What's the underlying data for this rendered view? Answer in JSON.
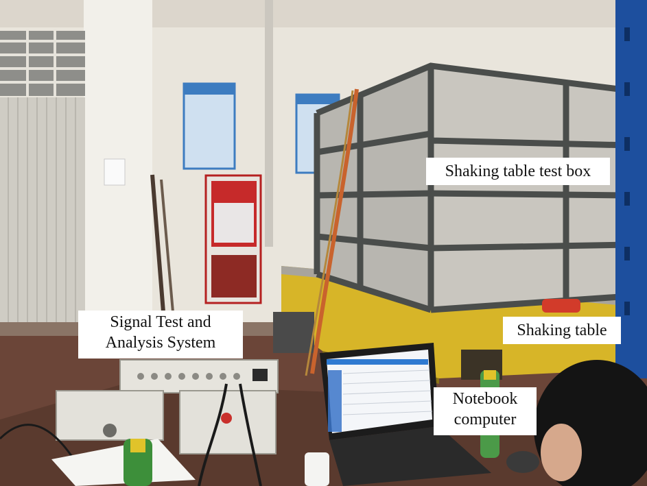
{
  "labels": {
    "test_box": "Shaking table test box",
    "shaking_table": "Shaking table",
    "signal_system": {
      "line1": "Signal Test and",
      "line2": "Analysis System"
    },
    "notebook": {
      "line1": "Notebook",
      "line2": "computer"
    }
  },
  "colors": {
    "wall": "#e9e5dc",
    "floor": "#6b4538",
    "table_yellow": "#d7b528",
    "frame_steel": "#4a4d4b",
    "blue_column": "#1d4f9e",
    "label_bg": "#ffffff"
  }
}
